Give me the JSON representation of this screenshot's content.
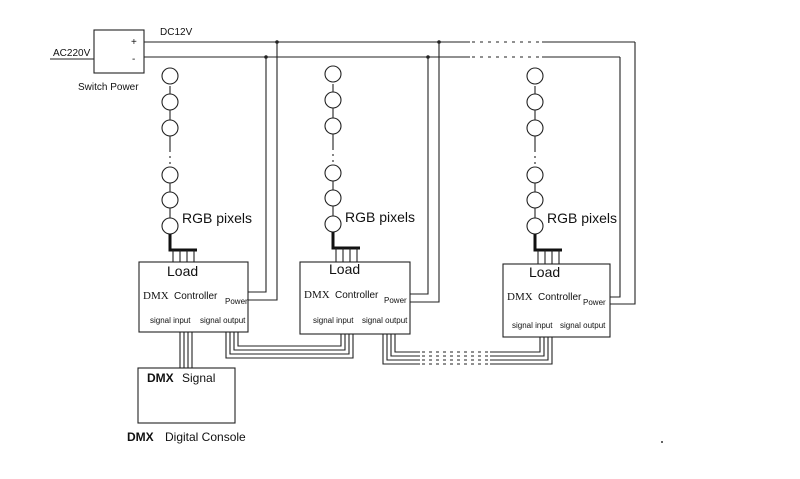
{
  "power_supply": {
    "input_label": "AC220V",
    "output_label": "DC12V",
    "plus": "+",
    "minus": "-",
    "name": "Switch Power"
  },
  "controllers": [
    {
      "pixels_label": "RGB pixels",
      "load_label": "Load",
      "dmx_label": "DMX",
      "controller_label": "Controller",
      "power_label": "Power",
      "signal_input_label": "signal input",
      "signal_output_label": "signal output"
    },
    {
      "pixels_label": "RGB pixels",
      "load_label": "Load",
      "dmx_label": "DMX",
      "controller_label": "Controller",
      "power_label": "Power",
      "signal_input_label": "signal input",
      "signal_output_label": "signal output"
    },
    {
      "pixels_label": "RGB pixels",
      "load_label": "Load",
      "dmx_label": "DMX",
      "controller_label": "Controller",
      "power_label": "Power",
      "signal_input_label": "signal input",
      "signal_output_label": "signal output"
    }
  ],
  "dmx_signal": {
    "dmx_label": "DMX",
    "signal_label": "Signal"
  },
  "console": {
    "dmx_label": "DMX",
    "label": "Digital Console"
  }
}
